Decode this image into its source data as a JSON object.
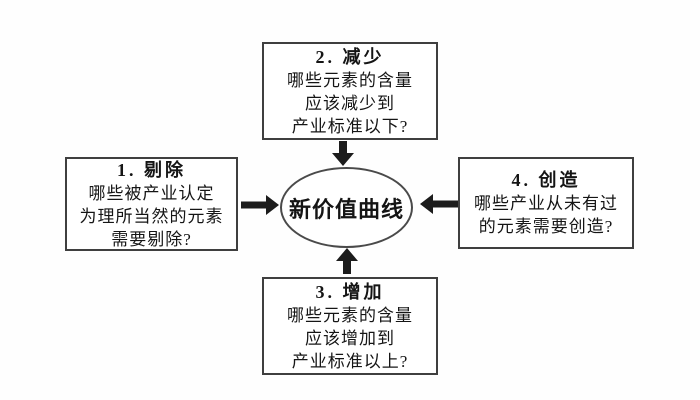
{
  "center": {
    "label": "新价值曲线"
  },
  "boxes": {
    "top": {
      "title": "2. 减少",
      "lines": [
        "哪些元素的含量",
        "应该减少到",
        "产业标准以下?"
      ]
    },
    "left": {
      "title": "1. 剔除",
      "lines": [
        "哪些被产业认定",
        "为理所当然的元素",
        "需要剔除?"
      ]
    },
    "right": {
      "title": "4. 创造",
      "lines": [
        "哪些产业从未有过",
        "的元素需要创造?"
      ]
    },
    "bottom": {
      "title": "3. 增加",
      "lines": [
        "哪些元素的含量",
        "应该增加到",
        "产业标准以上?"
      ]
    }
  },
  "colors": {
    "arrow": "#1c1c1c",
    "border": "#3f3f3f",
    "text": "#151515",
    "background": "#ffffff"
  }
}
